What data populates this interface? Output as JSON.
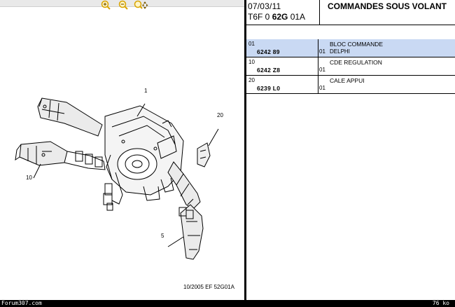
{
  "toolbar": {
    "buttons": [
      {
        "icon": "zoom-in-icon"
      },
      {
        "icon": "zoom-out-icon"
      },
      {
        "icon": "zoom-move-icon"
      }
    ],
    "accent": "#d9a400"
  },
  "header": {
    "date": "07/03/11",
    "code_prefix": "T6F 0 ",
    "code_bold": "62G",
    "code_suffix": " 01A",
    "title": "COMMANDES SOUS VOLANT"
  },
  "parts": [
    {
      "idx": "01",
      "ref": "6242 89",
      "qty": "01",
      "label": "BLOC COMMANDE",
      "sub": "DELPHI",
      "selected": true
    },
    {
      "idx": "10",
      "ref": "6242 Z8",
      "qty": "01",
      "label": "CDE REGULATION",
      "sub": "",
      "selected": false
    },
    {
      "idx": "20",
      "ref": "6239 L0",
      "qty": "01",
      "label": "CALE APPUI",
      "sub": "",
      "selected": false
    }
  ],
  "diagram": {
    "callouts": [
      "1",
      "20",
      "10",
      "5"
    ],
    "doc_ref": "10/2005  EF 52G01A"
  },
  "footer": {
    "site": "Forum307.com",
    "size": "76 ko"
  },
  "colors": {
    "selected_row": "#c9d9f3",
    "divider": "#000000"
  }
}
